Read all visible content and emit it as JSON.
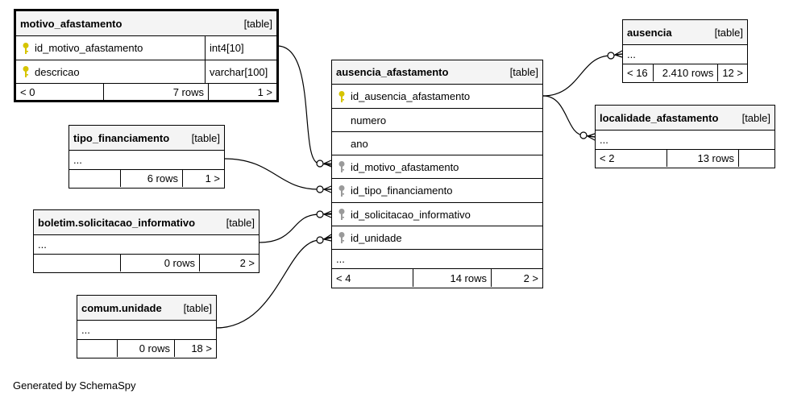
{
  "footer": "Generated by SchemaSpy",
  "colors": {
    "pk_key": "#d6c400",
    "fk_key": "#9a9a9a",
    "header_bg": "#f4f4f4"
  },
  "tables": {
    "motivo": {
      "name": "motivo_afastamento",
      "kind": "[table]",
      "cols": [
        {
          "name": "id_motivo_afastamento",
          "type": "int4[10]",
          "key": "primary-key-icon"
        },
        {
          "name": "descricao",
          "type": "varchar[100]",
          "key": "primary-key-icon"
        }
      ],
      "footer": {
        "parents": "< 0",
        "rows": "7 rows",
        "children": "1 >"
      }
    },
    "tipo": {
      "name": "tipo_financiamento",
      "kind": "[table]",
      "ellipsis": "...",
      "footer": {
        "parents": "",
        "rows": "6 rows",
        "children": "1 >"
      }
    },
    "boletim": {
      "name": "boletim.solicitacao_informativo",
      "kind": "[table]",
      "ellipsis": "...",
      "footer": {
        "parents": "",
        "rows": "0 rows",
        "children": "2 >"
      }
    },
    "comum": {
      "name": "comum.unidade",
      "kind": "[table]",
      "ellipsis": "...",
      "footer": {
        "parents": "",
        "rows": "0 rows",
        "children": "18 >"
      }
    },
    "ausencia_afastamento": {
      "name": "ausencia_afastamento",
      "kind": "[table]",
      "cols": [
        {
          "name": "id_ausencia_afastamento",
          "key": "primary-key-icon"
        },
        {
          "name": "numero",
          "key": ""
        },
        {
          "name": "ano",
          "key": ""
        },
        {
          "name": "id_motivo_afastamento",
          "key": "foreign-key-icon"
        },
        {
          "name": "id_tipo_financiamento",
          "key": "foreign-key-icon"
        },
        {
          "name": "id_solicitacao_informativo",
          "key": "foreign-key-icon"
        },
        {
          "name": "id_unidade",
          "key": "foreign-key-icon"
        }
      ],
      "ellipsis": "...",
      "footer": {
        "parents": "< 4",
        "rows": "14 rows",
        "children": "2 >"
      }
    },
    "ausencia": {
      "name": "ausencia",
      "kind": "[table]",
      "ellipsis": "...",
      "footer": {
        "parents": "< 16",
        "rows": "2.410 rows",
        "children": "12 >"
      }
    },
    "localidade": {
      "name": "localidade_afastamento",
      "kind": "[table]",
      "ellipsis": "...",
      "footer": {
        "parents": "< 2",
        "rows": "13 rows",
        "children": ""
      }
    }
  }
}
